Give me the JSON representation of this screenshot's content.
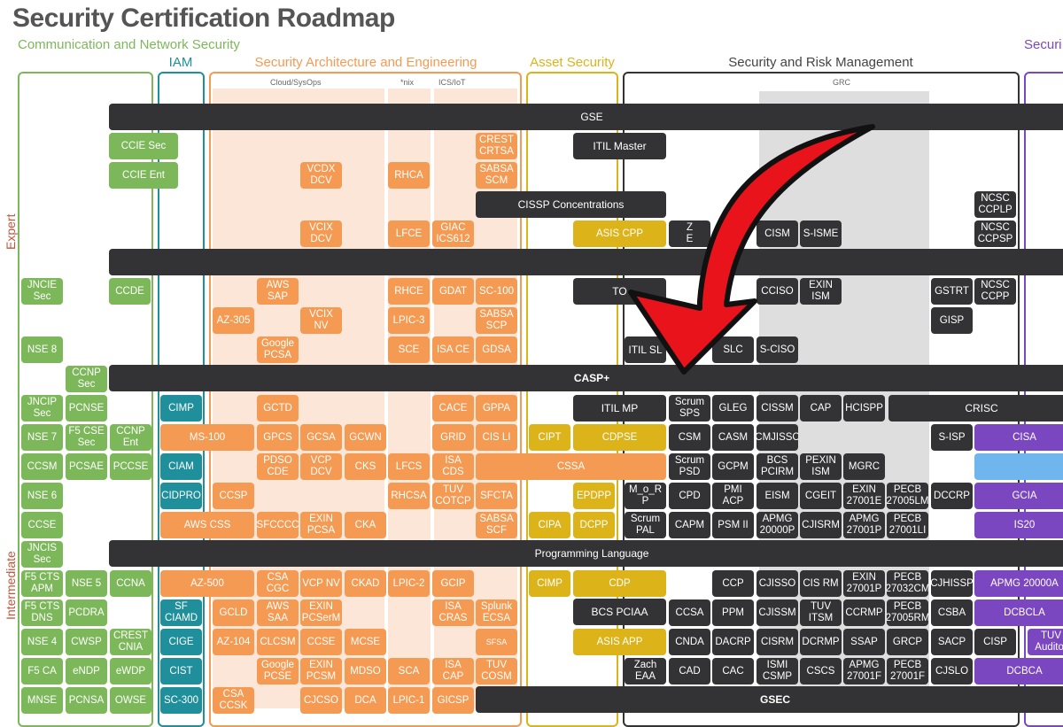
{
  "title": "Security Certification Roadmap",
  "colors": {
    "green": "#7cb85a",
    "teal": "#1f8f9c",
    "orange": "#f59a52",
    "yellow": "#ddb31a",
    "dark": "#333335",
    "purple": "#7a47c0",
    "light_blue": "#6fb6ef",
    "arrow": "#e8131b"
  },
  "domains": {
    "comm": "Communication and\nNetwork Security",
    "iam": "IAM",
    "arch": "Security Architecture and Engineering",
    "asset": "Asset Security",
    "risk": "Security and Risk Management",
    "secops": "Securi\na"
  },
  "levels": {
    "expert": "Expert",
    "intermediate": "Intermediate"
  },
  "sublabels": {
    "cloud": "Cloud/SysOps",
    "nix": "*nix",
    "ics": "ICS/IoT",
    "grc": "GRC"
  },
  "bands": {
    "gse": "GSE",
    "row2": "",
    "cisspc": "CISSP Concentrations",
    "caspp": "CASP+",
    "progl": "Programming Language",
    "gsec": "GSEC",
    "itil": "ITIL Master",
    "itilmp": "ITIL MP",
    "crisc": "CRISC",
    "bcspciaa": "BCS PCIAA",
    "to": "TO",
    "itilsl": "ITIL SL"
  },
  "certs": {
    "ccie_sec": "CCIE Sec",
    "ccie_ent": "CCIE Ent",
    "jncie_sec": "JNCIE\nSec",
    "ccde": "CCDE",
    "nse8": "NSE 8",
    "ccnp_sec": "CCNP\nSec",
    "jncip_sec": "JNCIP\nSec",
    "pcnse": "PCNSE",
    "nse7": "NSE 7",
    "f5cse_sec": "F5 CSE\nSec",
    "ccnp_ent": "CCNP\nEnt",
    "ccsm": "CCSM",
    "pcsae": "PCSAE",
    "pccse": "PCCSE",
    "nse6": "NSE 6",
    "ccse": "CCSE",
    "jncis_sec": "JNCIS\nSec",
    "f5cts_apm": "F5 CTS\nAPM",
    "nse5": "NSE 5",
    "ccna": "CCNA",
    "f5cts_dns": "F5 CTS\nDNS",
    "pcdra": "PCDRA",
    "nse4": "NSE 4",
    "cwsp": "CWSP",
    "crest_cnia": "CREST\nCNIA",
    "f5ca": "F5 CA",
    "endp": "eNDP",
    "ewdp": "eWDP",
    "mnse": "MNSE",
    "pcnsa": "PCNSA",
    "owse": "OWSE",
    "cimp_iam": "CIMP",
    "ciam": "CIAM",
    "cidpro": "CIDPRO",
    "sf_ciamd": "SF\nCIAMD",
    "cige": "CIGE",
    "cist": "CIST",
    "sc300": "SC-300",
    "vcdx_dcv": "VCDX\nDCV",
    "rhca": "RHCA",
    "crest_crtsa": "CREST\nCRTSA",
    "sabsa_scm": "SABSA\nSCM",
    "vcix_dcv": "VCIX\nDCV",
    "lfce": "LFCE",
    "giac_ics612": "GIAC\nICS612",
    "aws_sap": "AWS\nSAP",
    "rhce": "RHCE",
    "gdat": "GDAT",
    "sc100": "SC-100",
    "az305": "AZ-305",
    "vcix_nv": "VCIX\nNV",
    "lpic3": "LPIC-3",
    "sabsa_scp": "SABSA\nSCP",
    "google_pcsa": "Google\nPCSA",
    "sce": "SCE",
    "isa_ce": "ISA CE",
    "gdsa": "GDSA",
    "gctd": "GCTD",
    "cace": "CACE",
    "gppa": "GPPA",
    "ms100": "MS-100",
    "gpcs": "GPCS",
    "gcsa": "GCSA",
    "gcwn": "GCWN",
    "grid": "GRID",
    "cisli": "CIS LI",
    "pdso_cde": "PDSO\nCDE",
    "vcp_dcv": "VCP\nDCV",
    "cks": "CKS",
    "lfcs": "LFCS",
    "isa_cds": "ISA CDS",
    "cssa": "CSSA",
    "ccsp": "CCSP",
    "rhcsa": "RHCSA",
    "tuv_cotcp": "TUV\nCOTCP",
    "sfcta": "SFCTA",
    "aws_css": "AWS CSS",
    "sfcccc": "SFCCCC",
    "exin_pcsa": "EXIN\nPCSA",
    "cka": "CKA",
    "sabsa_scf": "SABSA\nSCF",
    "az500": "AZ-500",
    "csa_cgc": "CSA\nCGC",
    "vcp_nv": "VCP NV",
    "ckad": "CKAD",
    "lpic2": "LPIC-2",
    "gcip": "GCIP",
    "gcld": "GCLD",
    "aws_saa": "AWS\nSAA",
    "exin_pcserm": "EXIN\nPCSerM",
    "isa_cras": "ISA\nCRAS",
    "splunk_ecsa": "Splunk\nECSA",
    "az104": "AZ-104",
    "clcsm": "CLCSM",
    "ccse2": "CCSE",
    "mcse": "MCSE",
    "sfsa": "SFSA",
    "google_pcse": "Google\nPCSE",
    "exin_pcsm": "EXIN\nPCSM",
    "mdso": "MDSO",
    "sca": "SCA",
    "isa_cap": "ISA CAP",
    "tuv_cosm": "TUV\nCOSM",
    "csa_ccsk": "CSA\nCCSK",
    "cjcso": "CJCSO",
    "dca": "DCA",
    "lpic1": "LPIC-1",
    "gicsp": "GICSP",
    "asis_cpp": "ASIS CPP",
    "cipt": "CIPT",
    "cdpse": "CDPSE",
    "epdpp": "EPDPP",
    "cipa": "CIPA",
    "dcpp": "DCPP",
    "cimp_asset": "CIMP",
    "cdp": "CDP",
    "asis_app": "ASIS APP",
    "z_partial": "Z\nE",
    "cism": "CISM",
    "s_isme": "S-ISME",
    "ncsc_ccplp": "NCSC\nCCPLP",
    "ncsc_ccpsp": "NCSC\nCCPSP",
    "cciso": "CCISO",
    "exin_ism": "EXIN\nISM",
    "gstrt": "GSTRT",
    "ncsc_ccpp": "NCSC\nCCPP",
    "gisp": "GISP",
    "slc": "SLC",
    "s_ciso": "S-CISO",
    "scrum_sps": "Scrum\nSPS",
    "gleg": "GLEG",
    "cissm": "CISSM",
    "cap": "CAP",
    "hcispp": "HCISPP",
    "csm": "CSM",
    "casm": "CASM",
    "cmjissc": "CMJISSC",
    "s_isp": "S-ISP",
    "cisa": "CISA",
    "scrum_psd": "Scrum\nPSD",
    "gcpm": "GCPM",
    "bcs_pcirm": "BCS\nPCIRM",
    "pexin_ism": "PEXIN\nISM",
    "mgrc": "MGRC",
    "mor_p": "M_o_R\nP",
    "cpd": "CPD",
    "pmi_acp": "PMI\nACP",
    "eism": "EISM",
    "cgeit": "CGEIT",
    "exin_27001e": "EXIN\n27001E",
    "pecb_27005lm": "PECB\n27005LM",
    "dccrp": "DCCRP",
    "gcia": "GCIA",
    "scrum_pal": "Scrum\nPAL",
    "capm": "CAPM",
    "psm2": "PSM II",
    "apmg_20000p": "APMG\n20000P",
    "cjisrm": "CJISRM",
    "apmg_27001p": "APMG\n27001P",
    "pecb_27001li": "PECB\n27001LI",
    "is20": "IS20",
    "ccp": "CCP",
    "cjisso": "CJISSO",
    "cis_rm": "CIS RM",
    "exin_27001p": "EXIN\n27001P",
    "pecb_27032cm": "PECB\n27032CM",
    "cjhissp": "CJHISSP",
    "apmg_20000a": "APMG 20000A",
    "ccsa": "CCSA",
    "ppm": "PPM",
    "cjissm": "CJISSM",
    "tuv_itsm": "TUV\nITSM",
    "ccrmp": "CCRMP",
    "pecb_27005rm": "PECB\n27005RM",
    "csba": "CSBA",
    "dcbcla": "DCBCLA",
    "cnda": "CNDA",
    "dacrp": "DACRP",
    "cisrm": "CISRM",
    "dcrmp": "DCRMP",
    "ssap": "SSAP",
    "grcp": "GRCP",
    "sacp": "SACP",
    "cisp": "CISP",
    "tuv_auditor": "TUV\nAuditor",
    "zach_eaa": "Zach\nEAA",
    "cad": "CAD",
    "cac": "CAC",
    "ismi_csmp": "ISMI\nCSMP",
    "cscs": "CSCS",
    "apmg_27001f": "APMG\n27001F",
    "pecb_27001f": "PECB\n27001F",
    "cjslo": "CJSLO",
    "dcbca": "DCBCA"
  }
}
